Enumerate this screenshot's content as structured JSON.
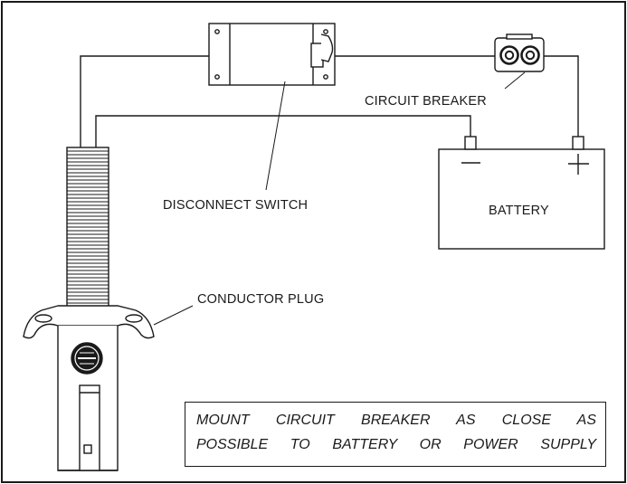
{
  "labels": {
    "circuit_breaker": "CIRCUIT BREAKER",
    "disconnect_switch": "DISCONNECT SWITCH",
    "battery": "BATTERY",
    "conductor_plug": "CONDUCTOR PLUG",
    "battery_negative": "−",
    "battery_positive": "+"
  },
  "note": {
    "line1": "MOUNT CIRCUIT BREAKER AS CLOSE AS",
    "line2": "POSSIBLE TO BATTERY OR POWER SUPPLY"
  }
}
